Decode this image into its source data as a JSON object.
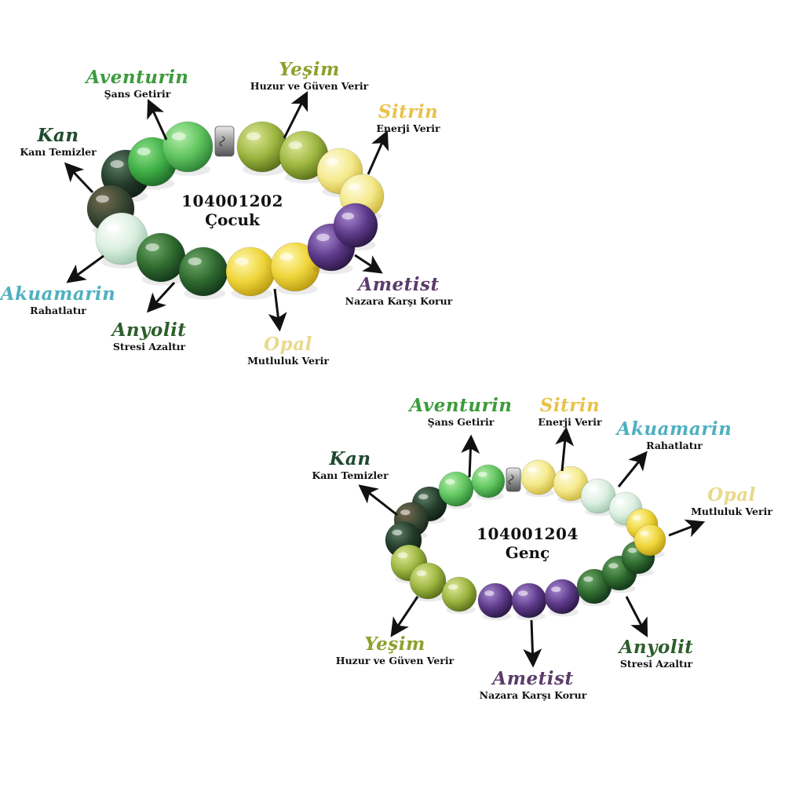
{
  "colors": {
    "aventurin": "#3c9b3c",
    "yesim": "#8ea02c",
    "sitrin": "#e8c24a",
    "kan": "#1f4a2f",
    "akuamarin": "#4fb0c0",
    "anyolit": "#2d5e2a",
    "opal": "#e9d98a",
    "ametist": "#5a3d6a",
    "arrow": "#111111"
  },
  "bracelet1": {
    "code": "104001202",
    "name": "Çocuk",
    "labels": [
      {
        "key": "aventurin",
        "stone": "Aventurin",
        "desc": "Şans Getirir"
      },
      {
        "key": "yesim",
        "stone": "Yeşim",
        "desc": "Huzur ve Güven Verir"
      },
      {
        "key": "sitrin",
        "stone": "Sitrin",
        "desc": "Enerji Verir"
      },
      {
        "key": "kan",
        "stone": "Kan",
        "desc": "Kanı Temizler"
      },
      {
        "key": "akuamarin",
        "stone": "Akuamarin",
        "desc": "Rahatlatır"
      },
      {
        "key": "anyolit",
        "stone": "Anyolit",
        "desc": "Stresi Azaltır"
      },
      {
        "key": "opal",
        "stone": "Opal",
        "desc": "Mutluluk Verir"
      },
      {
        "key": "ametist",
        "stone": "Ametist",
        "desc": "Nazara Karşı Korur"
      }
    ]
  },
  "bracelet2": {
    "code": "104001204",
    "name": "Genç",
    "labels": [
      {
        "key": "aventurin",
        "stone": "Aventurin",
        "desc": "Şans Getirir"
      },
      {
        "key": "sitrin",
        "stone": "Sitrin",
        "desc": "Enerji Verir"
      },
      {
        "key": "akuamarin",
        "stone": "Akuamarin",
        "desc": "Rahatlatır"
      },
      {
        "key": "kan",
        "stone": "Kan",
        "desc": "Kanı Temizler"
      },
      {
        "key": "opal",
        "stone": "Opal",
        "desc": "Mutluluk Verir"
      },
      {
        "key": "yesim",
        "stone": "Yeşim",
        "desc": "Huzur ve Güven Verir"
      },
      {
        "key": "anyolit",
        "stone": "Anyolit",
        "desc": "Stresi Azaltır"
      },
      {
        "key": "ametist",
        "stone": "Ametist",
        "desc": "Nazara Karşı Korur"
      }
    ]
  }
}
